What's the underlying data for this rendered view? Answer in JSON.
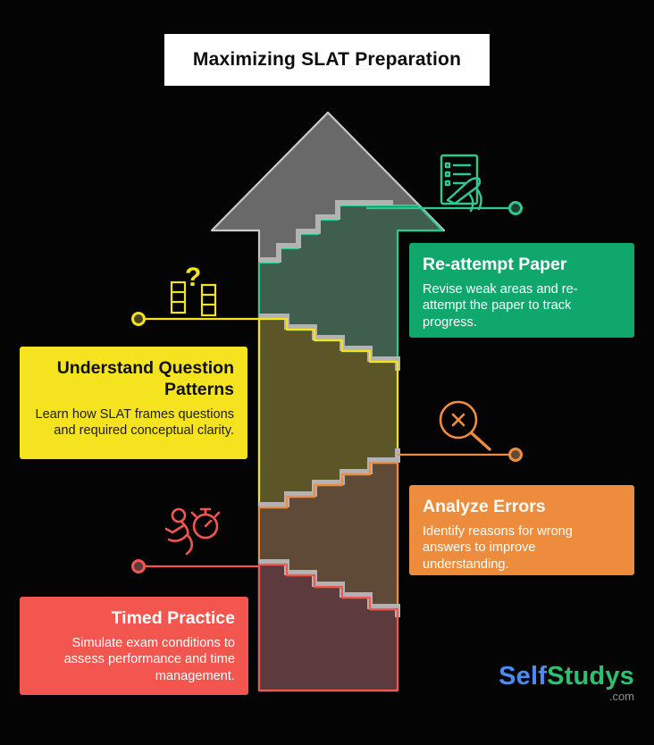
{
  "title_banner": {
    "text": "Maximizing SLAT Preparation"
  },
  "steps": [
    {
      "id": "reattempt",
      "title": "Re-attempt Paper",
      "body": "Revise weak areas and re-attempt the paper to track progress.",
      "accent_color": "#2fc98f",
      "card_color": "#0fa76c",
      "icon": "pen-paper-icon",
      "side": "right"
    },
    {
      "id": "patterns",
      "title": "Understand Question Patterns",
      "body": "Learn how SLAT frames questions and required conceptual clarity.",
      "accent_color": "#f5e320",
      "card_color": "#f5e320",
      "icon": "question-columns-icon",
      "side": "left"
    },
    {
      "id": "errors",
      "title": "Analyze Errors",
      "body": "Identify reasons for wrong answers to improve understanding.",
      "accent_color": "#ef8c3e",
      "card_color": "#ee8c3e",
      "icon": "search-error-icon",
      "side": "right"
    },
    {
      "id": "timed",
      "title": "Timed Practice",
      "body": "Simulate exam conditions to assess performance and time management.",
      "accent_color": "#f3564f",
      "card_color": "#f3564f",
      "icon": "runner-stopwatch-icon",
      "side": "left"
    }
  ],
  "icons": {
    "question_glyph": "?"
  },
  "arrow": {
    "fill": "#696969",
    "outline": "#cccccc"
  },
  "logo": {
    "part1": "Self",
    "part2": "Studys",
    "suffix": ".com",
    "part1_color": "#4a8cf7",
    "part2_color": "#2fbf71"
  }
}
